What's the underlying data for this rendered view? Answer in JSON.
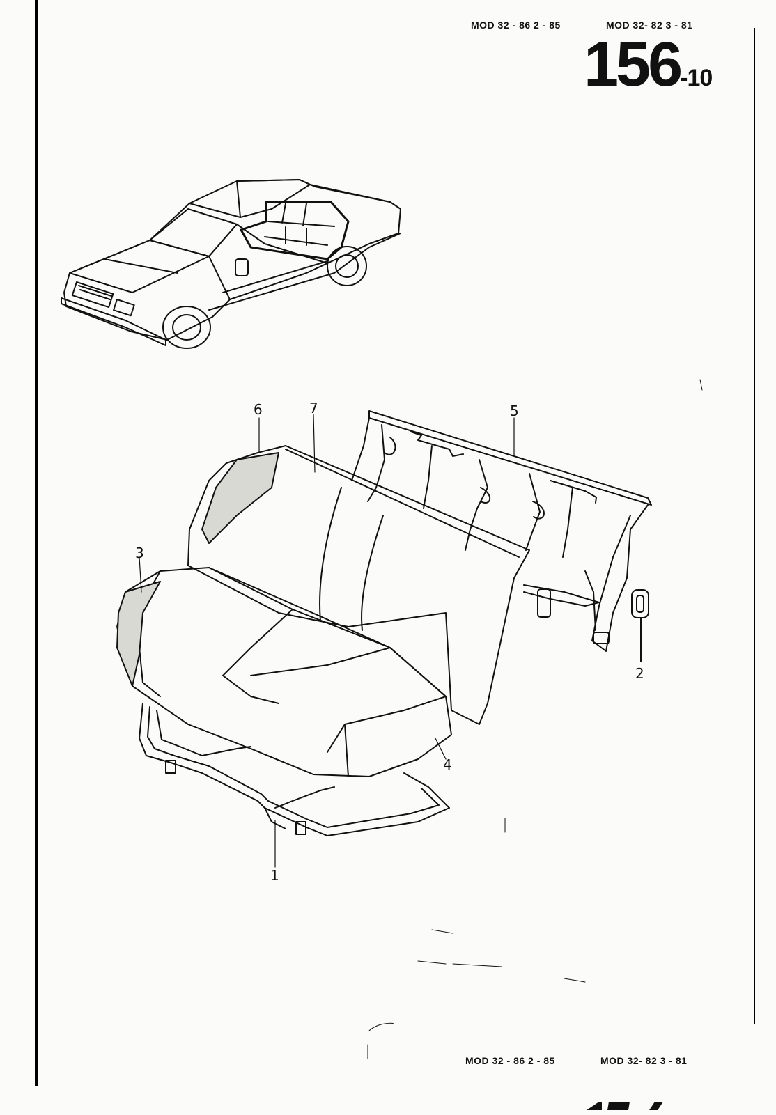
{
  "header": {
    "model_left": "MOD 32 - 86   2 - 85",
    "model_right": "MOD 32- 82  3 - 81"
  },
  "page_number": {
    "main": "156",
    "suffix": "-10"
  },
  "callouts": [
    "1",
    "2",
    "3",
    "4",
    "5",
    "6",
    "7"
  ],
  "footer": {
    "model_left": "MOD 32 - 86   2 - 85",
    "model_right": "MOD 32- 82  3 - 81"
  }
}
